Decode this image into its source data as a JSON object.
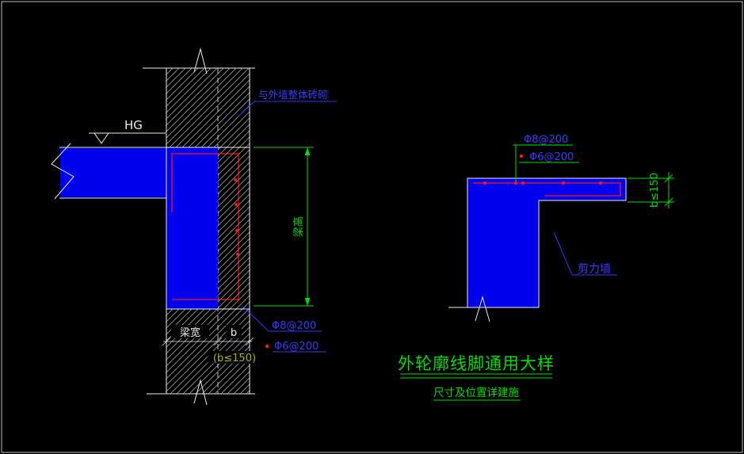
{
  "left_detail": {
    "level_mark": "HG",
    "masonry_note": "与外墙整体砖砌",
    "beam_height_dim_label": "梁高",
    "beam_width_dim_label": "梁宽",
    "molding_width_dim_label": "b",
    "molding_width_limit": "(b≤150)",
    "top_rebar_label": "Φ8@200",
    "tie_rebar_label": "Φ6@200"
  },
  "right_detail": {
    "top_rebar_label": "Φ8@200",
    "tie_rebar_label": "Φ6@200",
    "thickness_dim_label": "b≤150",
    "shear_wall_label": "剪力墙"
  },
  "title_block": {
    "title": "外轮廓线脚通用大样",
    "note": "尺寸及位置详建施"
  },
  "colors": {
    "background": "#000000",
    "drawing_lines": "#ececec",
    "concrete_fill": "#0000ee",
    "rebar": "#ff1616",
    "dimensions": "#00e000",
    "annotations": "#3b3bff",
    "limit_note": "#b5b500"
  }
}
